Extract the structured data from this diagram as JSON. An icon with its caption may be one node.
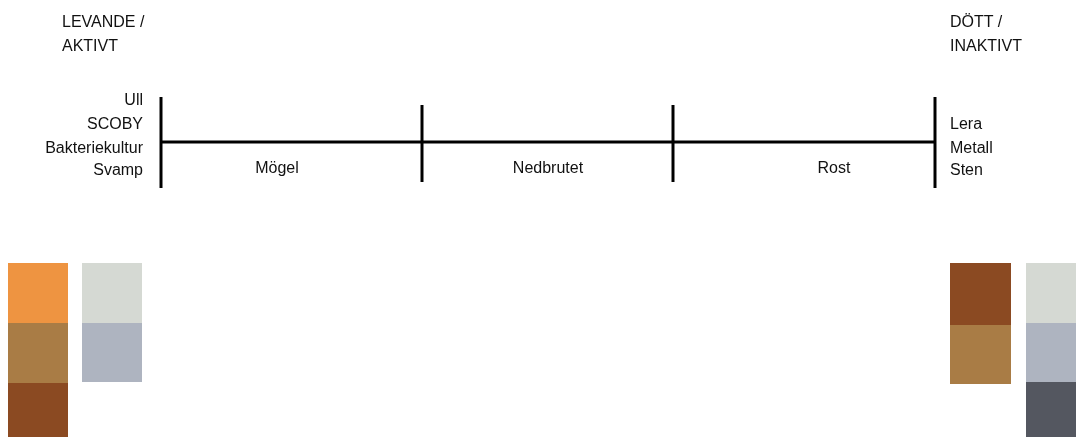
{
  "diagram": {
    "labels": [
      "LEVANDE / AKTIVT",
      "DÖTT / INAKTIVT",
      "Ull",
      "SCOBY",
      "Lera",
      "Bakteriekultur",
      "Metall",
      "Svamp",
      "Mögel",
      "Nedbrutet",
      "Rost",
      "Sten"
    ]
  }
}
